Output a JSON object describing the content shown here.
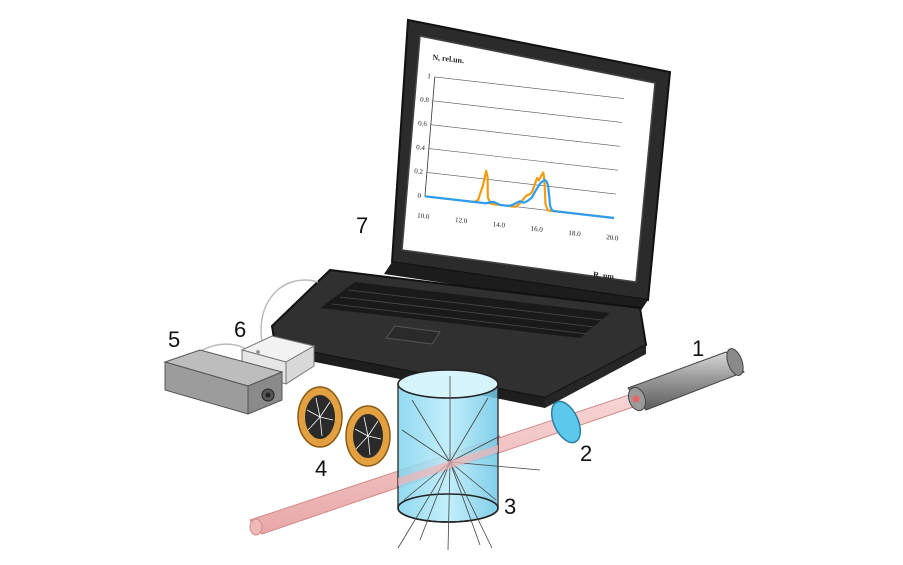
{
  "labels": {
    "laser": "1",
    "polarizer": "2",
    "cuvette": "3",
    "lenses": "4",
    "detector": "5",
    "adc": "6",
    "laptop": "7"
  },
  "chart_data": {
    "type": "line",
    "ylabel": "N, rel.un.",
    "xlabel": "R, nm",
    "xlim": [
      10.0,
      20.0
    ],
    "ylim": [
      0,
      1
    ],
    "xticks": [
      "10.0",
      "12.0",
      "14.0",
      "16.0",
      "18.0",
      "20.0"
    ],
    "yticks": [
      "0",
      "0.2",
      "0.4",
      "0.6",
      "0.8",
      "1"
    ],
    "grid": true,
    "series": [
      {
        "color": "#f39c12",
        "x": [
          10.0,
          12.6,
          12.8,
          13.0,
          13.1,
          13.2,
          13.3,
          13.5,
          14.2,
          14.8,
          15.0,
          15.3,
          15.5,
          15.6,
          15.7,
          15.8,
          15.9,
          16.0,
          16.1,
          16.2,
          16.35,
          16.5,
          20.0
        ],
        "y": [
          0,
          0,
          0.02,
          0.15,
          0.27,
          0.22,
          0.05,
          0,
          0,
          0,
          0.03,
          0.1,
          0.12,
          0.14,
          0.2,
          0.26,
          0.24,
          0.28,
          0.31,
          0.24,
          0.05,
          0,
          0
        ]
      },
      {
        "color": "#2a9df4",
        "x": [
          10.0,
          13.2,
          13.4,
          13.6,
          13.8,
          14.0,
          14.2,
          14.4,
          14.6,
          14.8,
          15.0,
          15.2,
          15.4,
          15.6,
          15.8,
          16.0,
          16.2,
          16.3,
          16.4,
          16.5,
          16.6,
          16.7,
          16.8,
          20.0
        ],
        "y": [
          0,
          0,
          0.01,
          0.02,
          0.01,
          0.0,
          0.0,
          0.0,
          0.01,
          0.03,
          0.05,
          0.04,
          0.06,
          0.09,
          0.16,
          0.22,
          0.25,
          0.24,
          0.21,
          0.13,
          0.04,
          0.01,
          0,
          0
        ]
      }
    ]
  }
}
